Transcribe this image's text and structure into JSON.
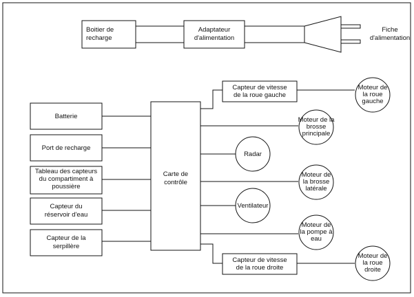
{
  "diagram": {
    "colors": {
      "stroke": "#111111",
      "background": "#ffffff"
    },
    "top_section": {
      "charging_base": [
        "Boitier de",
        "recharge"
      ],
      "power_adapter": [
        "Adaptateur",
        "d'alimentation"
      ],
      "power_plug": [
        "Fiche",
        "d'alimentation"
      ]
    },
    "left_inputs": {
      "battery": [
        "Batterie"
      ],
      "charging_port": [
        "Port de recharge"
      ],
      "dustbin_sensor_board": [
        "Tableau des capteurs",
        "du compartiment à",
        "poussière"
      ],
      "water_tank_sensor": [
        "Capteur du",
        "réservoir d'eau"
      ],
      "mop_sensor": [
        "Capteur de la",
        "serpillère"
      ]
    },
    "control_board": [
      "Carte de",
      "contrôle"
    ],
    "right_outputs": {
      "left_wheel_speed_sensor": [
        "Capteur de vitesse",
        "de la roue gauche"
      ],
      "left_wheel_motor": [
        "Moteur de",
        "la roue",
        "gauche"
      ],
      "main_brush_motor": [
        "Moteur de la",
        "brosse",
        "principale"
      ],
      "radar": [
        "Radar"
      ],
      "side_brush_motor": [
        "Moteur de",
        "la brosse",
        "latérale"
      ],
      "fan": [
        "Ventilateur"
      ],
      "water_pump_motor": [
        "Moteur de",
        "la pompe à",
        "eau"
      ],
      "right_wheel_speed_sensor": [
        "Capteur de vitesse",
        "de la roue droite"
      ],
      "right_wheel_motor": [
        "Moteur de",
        "la roue",
        "droite"
      ]
    }
  }
}
